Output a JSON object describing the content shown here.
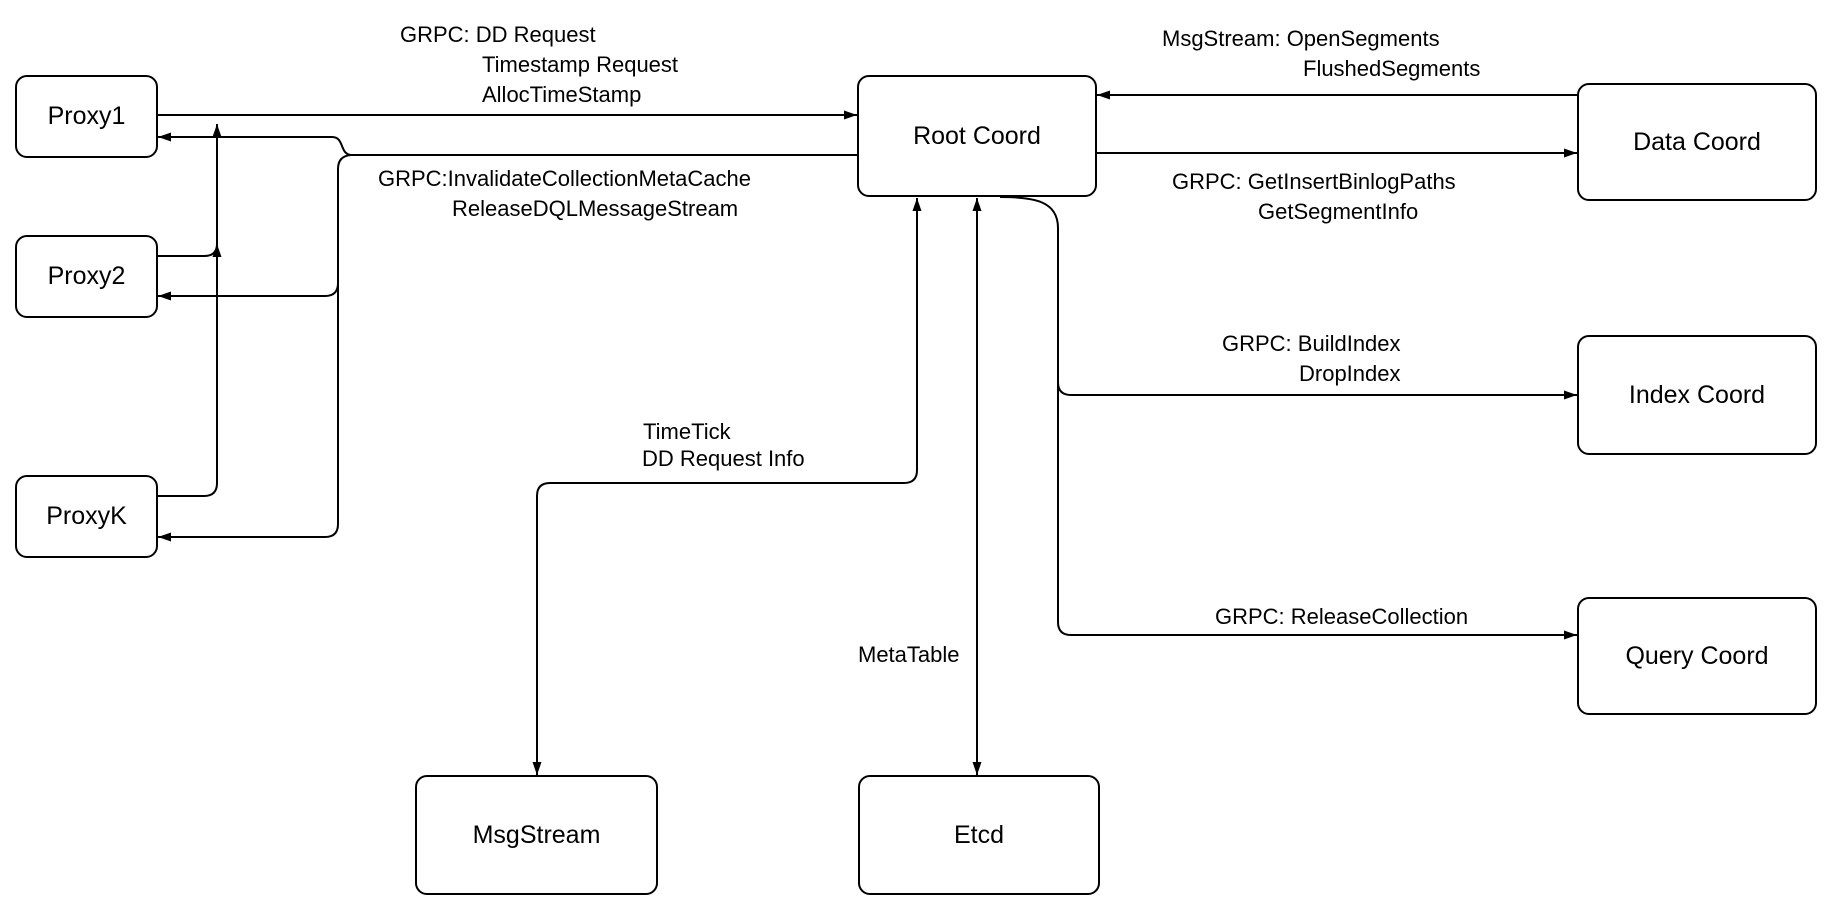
{
  "diagram": {
    "nodes": {
      "proxy1": {
        "label": "Proxy1"
      },
      "proxy2": {
        "label": "Proxy2"
      },
      "proxyk": {
        "label": "ProxyK"
      },
      "root_coord": {
        "label": "Root Coord"
      },
      "data_coord": {
        "label": "Data Coord"
      },
      "index_coord": {
        "label": "Index Coord"
      },
      "query_coord": {
        "label": "Query Coord"
      },
      "msgstream": {
        "label": "MsgStream"
      },
      "etcd": {
        "label": "Etcd"
      }
    },
    "edge_labels": {
      "proxies_to_root": {
        "line1": "GRPC: DD Request",
        "line2": "Timestamp Request",
        "line3": "AllocTimeStamp"
      },
      "root_to_proxies": {
        "line1": "GRPC:InvalidateCollectionMetaCache",
        "line2": "ReleaseDQLMessageStream"
      },
      "data_to_root": {
        "line1": "MsgStream: OpenSegments",
        "line2": "FlushedSegments"
      },
      "root_to_data": {
        "line1": "GRPC: GetInsertBinlogPaths",
        "line2": "GetSegmentInfo"
      },
      "root_to_index": {
        "line1": "GRPC: BuildIndex",
        "line2": "DropIndex"
      },
      "root_to_query": {
        "line1": "GRPC: ReleaseCollection"
      },
      "root_to_msgstream": {
        "line1": "TimeTick",
        "line2": "DD Request Info"
      },
      "root_to_etcd": {
        "line1": "MetaTable"
      }
    },
    "colors": {
      "stroke": "#000000",
      "box_fill": "#ffffff",
      "background": "#ffffff"
    }
  }
}
